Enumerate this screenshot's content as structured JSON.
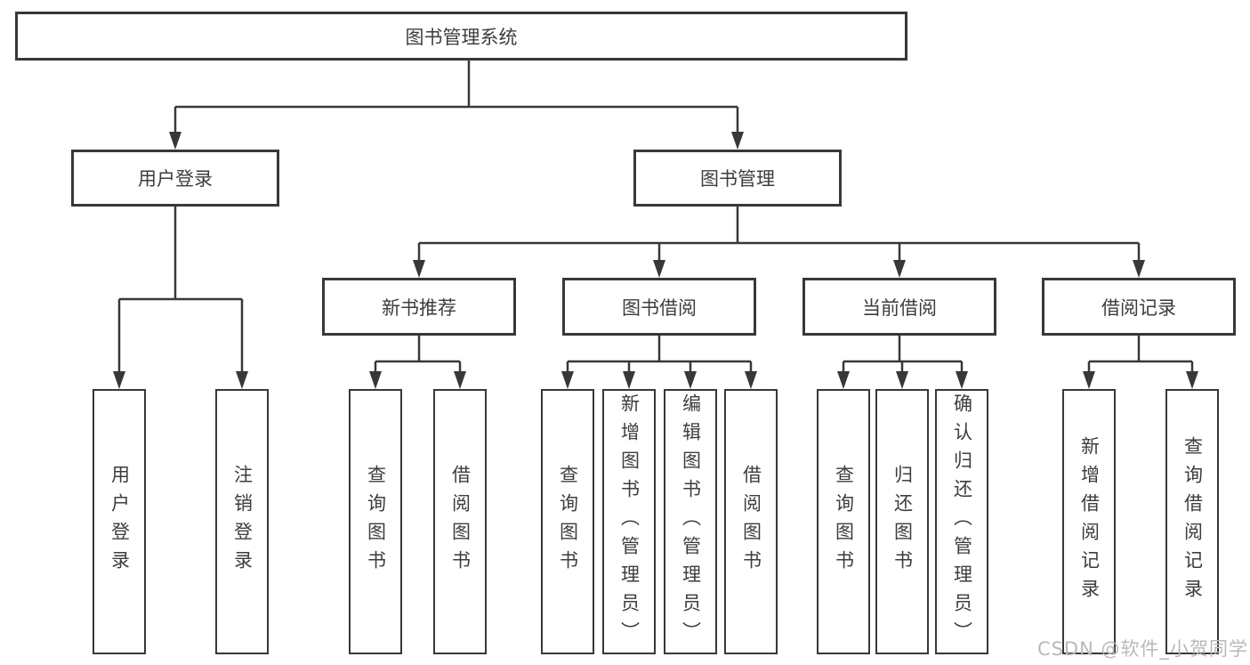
{
  "diagram": {
    "root": {
      "label": "图书管理系统"
    },
    "level2": [
      {
        "label": "用户登录"
      },
      {
        "label": "图书管理"
      }
    ],
    "level3": [
      {
        "label": "新书推荐"
      },
      {
        "label": "图书借阅"
      },
      {
        "label": "当前借阅"
      },
      {
        "label": "借阅记录"
      }
    ],
    "leaves": [
      {
        "label": "用户登录"
      },
      {
        "label": "注销登录"
      },
      {
        "label": "查询图书"
      },
      {
        "label": "借阅图书"
      },
      {
        "label": "查询图书"
      },
      {
        "label": "新增图书（管理员）"
      },
      {
        "label": "编辑图书（管理员）"
      },
      {
        "label": "借阅图书"
      },
      {
        "label": "查询图书"
      },
      {
        "label": "归还图书"
      },
      {
        "label": "确认归还（管理员）"
      },
      {
        "label": "新增借阅记录"
      },
      {
        "label": "查询借阅记录"
      }
    ],
    "colors": {
      "line": "#383838",
      "text": "#3d3d3d",
      "watermark": "#b9b9b9",
      "background": "#ffffff"
    }
  },
  "watermark": {
    "text": "CSDN @软件_小贺同学"
  }
}
